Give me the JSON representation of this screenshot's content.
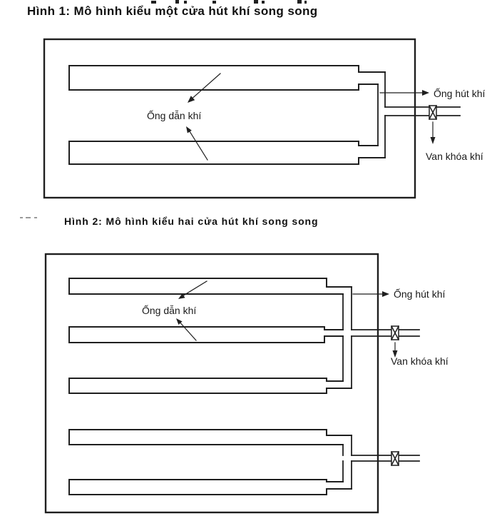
{
  "figure1": {
    "title": "Hình 1: Mô hình kiểu một cửa hút khí song song",
    "labels": {
      "duct": "Ống dẫn khí",
      "suction": "Ống hút khí",
      "valve": "Van khóa khí"
    }
  },
  "figure2": {
    "title": "Hình 2: Mô hình kiểu hai cửa hút khí song song",
    "labels": {
      "duct": "Ống dẫn khí",
      "suction": "Ống hút khí",
      "valve": "Van khóa khí"
    }
  },
  "colors": {
    "ink": "#1f1f1f",
    "paper": "#ffffff"
  }
}
